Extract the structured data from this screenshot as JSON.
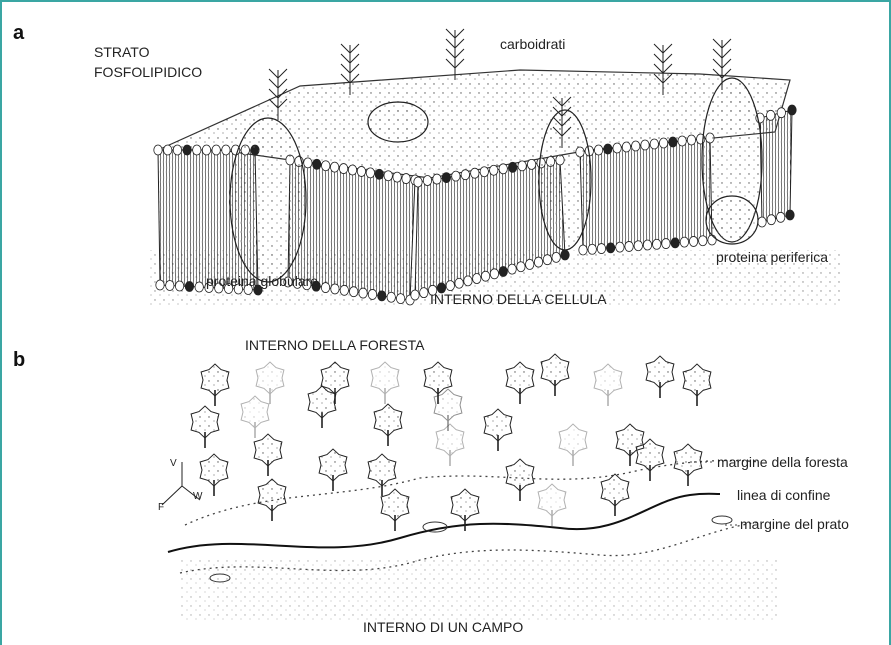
{
  "panel_a": {
    "letter": "a",
    "label_strato_1": "STRATO",
    "label_strato_2": "FOSFOLIPIDICO",
    "label_carboidrati": "carboidrati",
    "label_proteina_globulare": "proteina globulare",
    "label_interno_cellula": "INTERNO DELLA CELLULA",
    "label_proteina_periferica": "proteina periferica"
  },
  "panel_b": {
    "letter": "b",
    "label_interno_foresta": "INTERNO DELLA FORESTA",
    "label_margine_foresta": "margine della foresta",
    "label_linea_confine": "linea di confine",
    "label_margine_prato": "margine del prato",
    "label_interno_campo": "INTERNO DI UN CAMPO",
    "axis_v": "V",
    "axis_w": "W",
    "axis_f": "F"
  },
  "colors": {
    "border": "#3aa6a3",
    "ink": "#222222"
  }
}
